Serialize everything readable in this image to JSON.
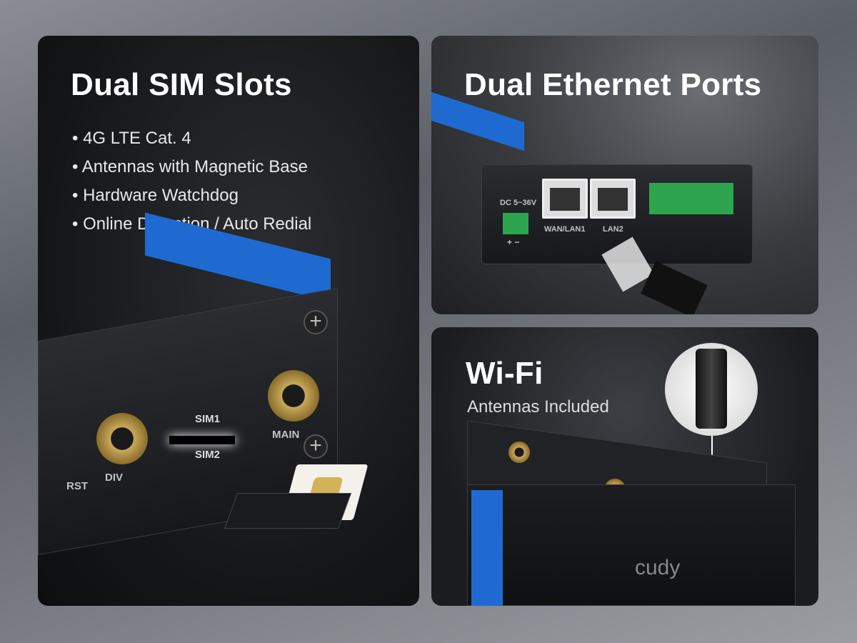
{
  "panels": {
    "sim": {
      "title": "Dual SIM Slots",
      "bullets": [
        "• 4G LTE Cat. 4",
        "• Antennas with Magnetic Base",
        "• Hardware Watchdog",
        "• Online Detection / Auto Redial"
      ],
      "labels": {
        "sim1": "SIM1",
        "sim2": "SIM2",
        "rst": "RST",
        "div": "DIV",
        "main": "MAIN"
      }
    },
    "ethernet": {
      "title": "Dual Ethernet Ports",
      "labels": {
        "dc": "DC 5~36V",
        "wan": "WAN/LAN1",
        "lan2": "LAN2",
        "polarity": "+ −"
      }
    },
    "wifi": {
      "title": "Wi-Fi",
      "subtitle": "Antennas Included",
      "brand": "cudy"
    }
  },
  "colors": {
    "accent_blue": "#1f6ad1",
    "antenna_gold": "#c9a85a"
  }
}
